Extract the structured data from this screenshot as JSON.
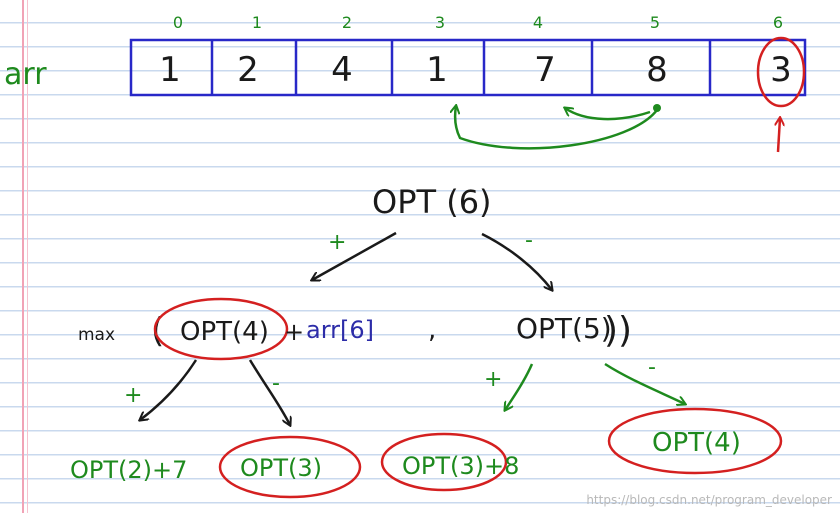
{
  "array_label": "arr",
  "indices": [
    "0",
    "1",
    "2",
    "3",
    "4",
    "5",
    "6"
  ],
  "values": [
    "1",
    "2",
    "4",
    "1",
    "7",
    "8",
    "3"
  ],
  "nodes": {
    "root": "OPT (6)",
    "max_prefix": "max",
    "left_paren": "(",
    "left_opt": "OPT(4)",
    "plus_sign": "+",
    "arr_ref": "arr[6]",
    "comma": ",",
    "right_opt": "OPT(5)",
    "right_parens": "))",
    "ll": "OPT(2)+7",
    "lr": "OPT(3)",
    "rl": "OPT(3)+8",
    "rr": "OPT(4)"
  },
  "edge_labels": {
    "root_left": "+",
    "root_right": "-",
    "left_left": "+",
    "left_right": "-",
    "right_left": "+",
    "right_right": "-"
  },
  "watermark": "https://blog.csdn.net/program_developer",
  "colors": {
    "black": "#1a1a1a",
    "green": "#1e8a1e",
    "red": "#d42020",
    "blue": "#2c2ca8",
    "array_border": "#2828c8"
  }
}
